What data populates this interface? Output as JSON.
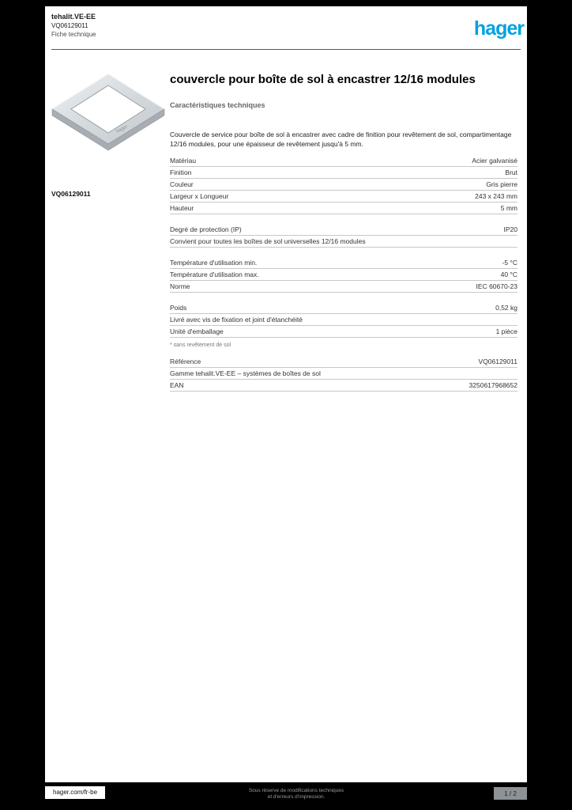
{
  "header": {
    "product_line": "tehalit.VE-EE",
    "reference": "VQ06129011",
    "doc_type": "Fiche technique",
    "logo_text": "hager",
    "logo_color": "#00a2e2"
  },
  "product": {
    "image_reference": "VQ06129011",
    "title": "couvercle pour boîte de sol à encastrer 12/16 modules",
    "section_title": "Caractéristiques techniques",
    "description": "Couvercle de service pour boîte de sol à encastrer avec cadre de finition pour revêtement de sol, compartimentage 12/16 modules, pour une épaisseur de revêtement jusqu'à 5 mm."
  },
  "table": {
    "groups": [
      {
        "rows": [
          {
            "label": "Matériau",
            "value": "Acier galvanisé"
          },
          {
            "label": "Finition",
            "value": "Brut"
          },
          {
            "label": "Couleur",
            "value": "Gris pierre"
          },
          {
            "label": "Largeur x Longueur",
            "value": "243 x 243 mm"
          },
          {
            "label": "Hauteur",
            "value": "5 mm"
          }
        ]
      },
      {
        "rows": [
          {
            "label": "Degré de protection (IP)",
            "value": "IP20"
          },
          {
            "label": "Convient pour toutes les boîtes de sol universelles 12/16 modules",
            "value": ""
          }
        ]
      },
      {
        "rows": [
          {
            "label": "Température d'utilisation min.",
            "value": "-5 °C"
          },
          {
            "label": "Température d'utilisation max.",
            "value": "40 °C"
          },
          {
            "label": "Norme",
            "value": "IEC 60670-23"
          }
        ]
      },
      {
        "rows": [
          {
            "label": "Poids",
            "value": "0,52 kg"
          },
          {
            "label": "Livré avec vis de fixation et joint d'étanchéité",
            "value": ""
          },
          {
            "label": "Unité d'emballage",
            "value": "1 pièce"
          }
        ]
      },
      {
        "rows": [
          {
            "label": "Référence",
            "value": "VQ06129011"
          },
          {
            "label": "Gamme tehalit.VE-EE – systèmes de boîtes de sol",
            "value": ""
          },
          {
            "label": "EAN",
            "value": "3250617968652"
          }
        ]
      }
    ],
    "note": "* sans revêtement de sol"
  },
  "footer": {
    "website": "hager.com/fr-be",
    "disclaimer_line1": "Sous réserve de modifications techniques",
    "disclaimer_line2": "et d'erreurs d'impression.",
    "page_indicator": "1 / 2"
  }
}
